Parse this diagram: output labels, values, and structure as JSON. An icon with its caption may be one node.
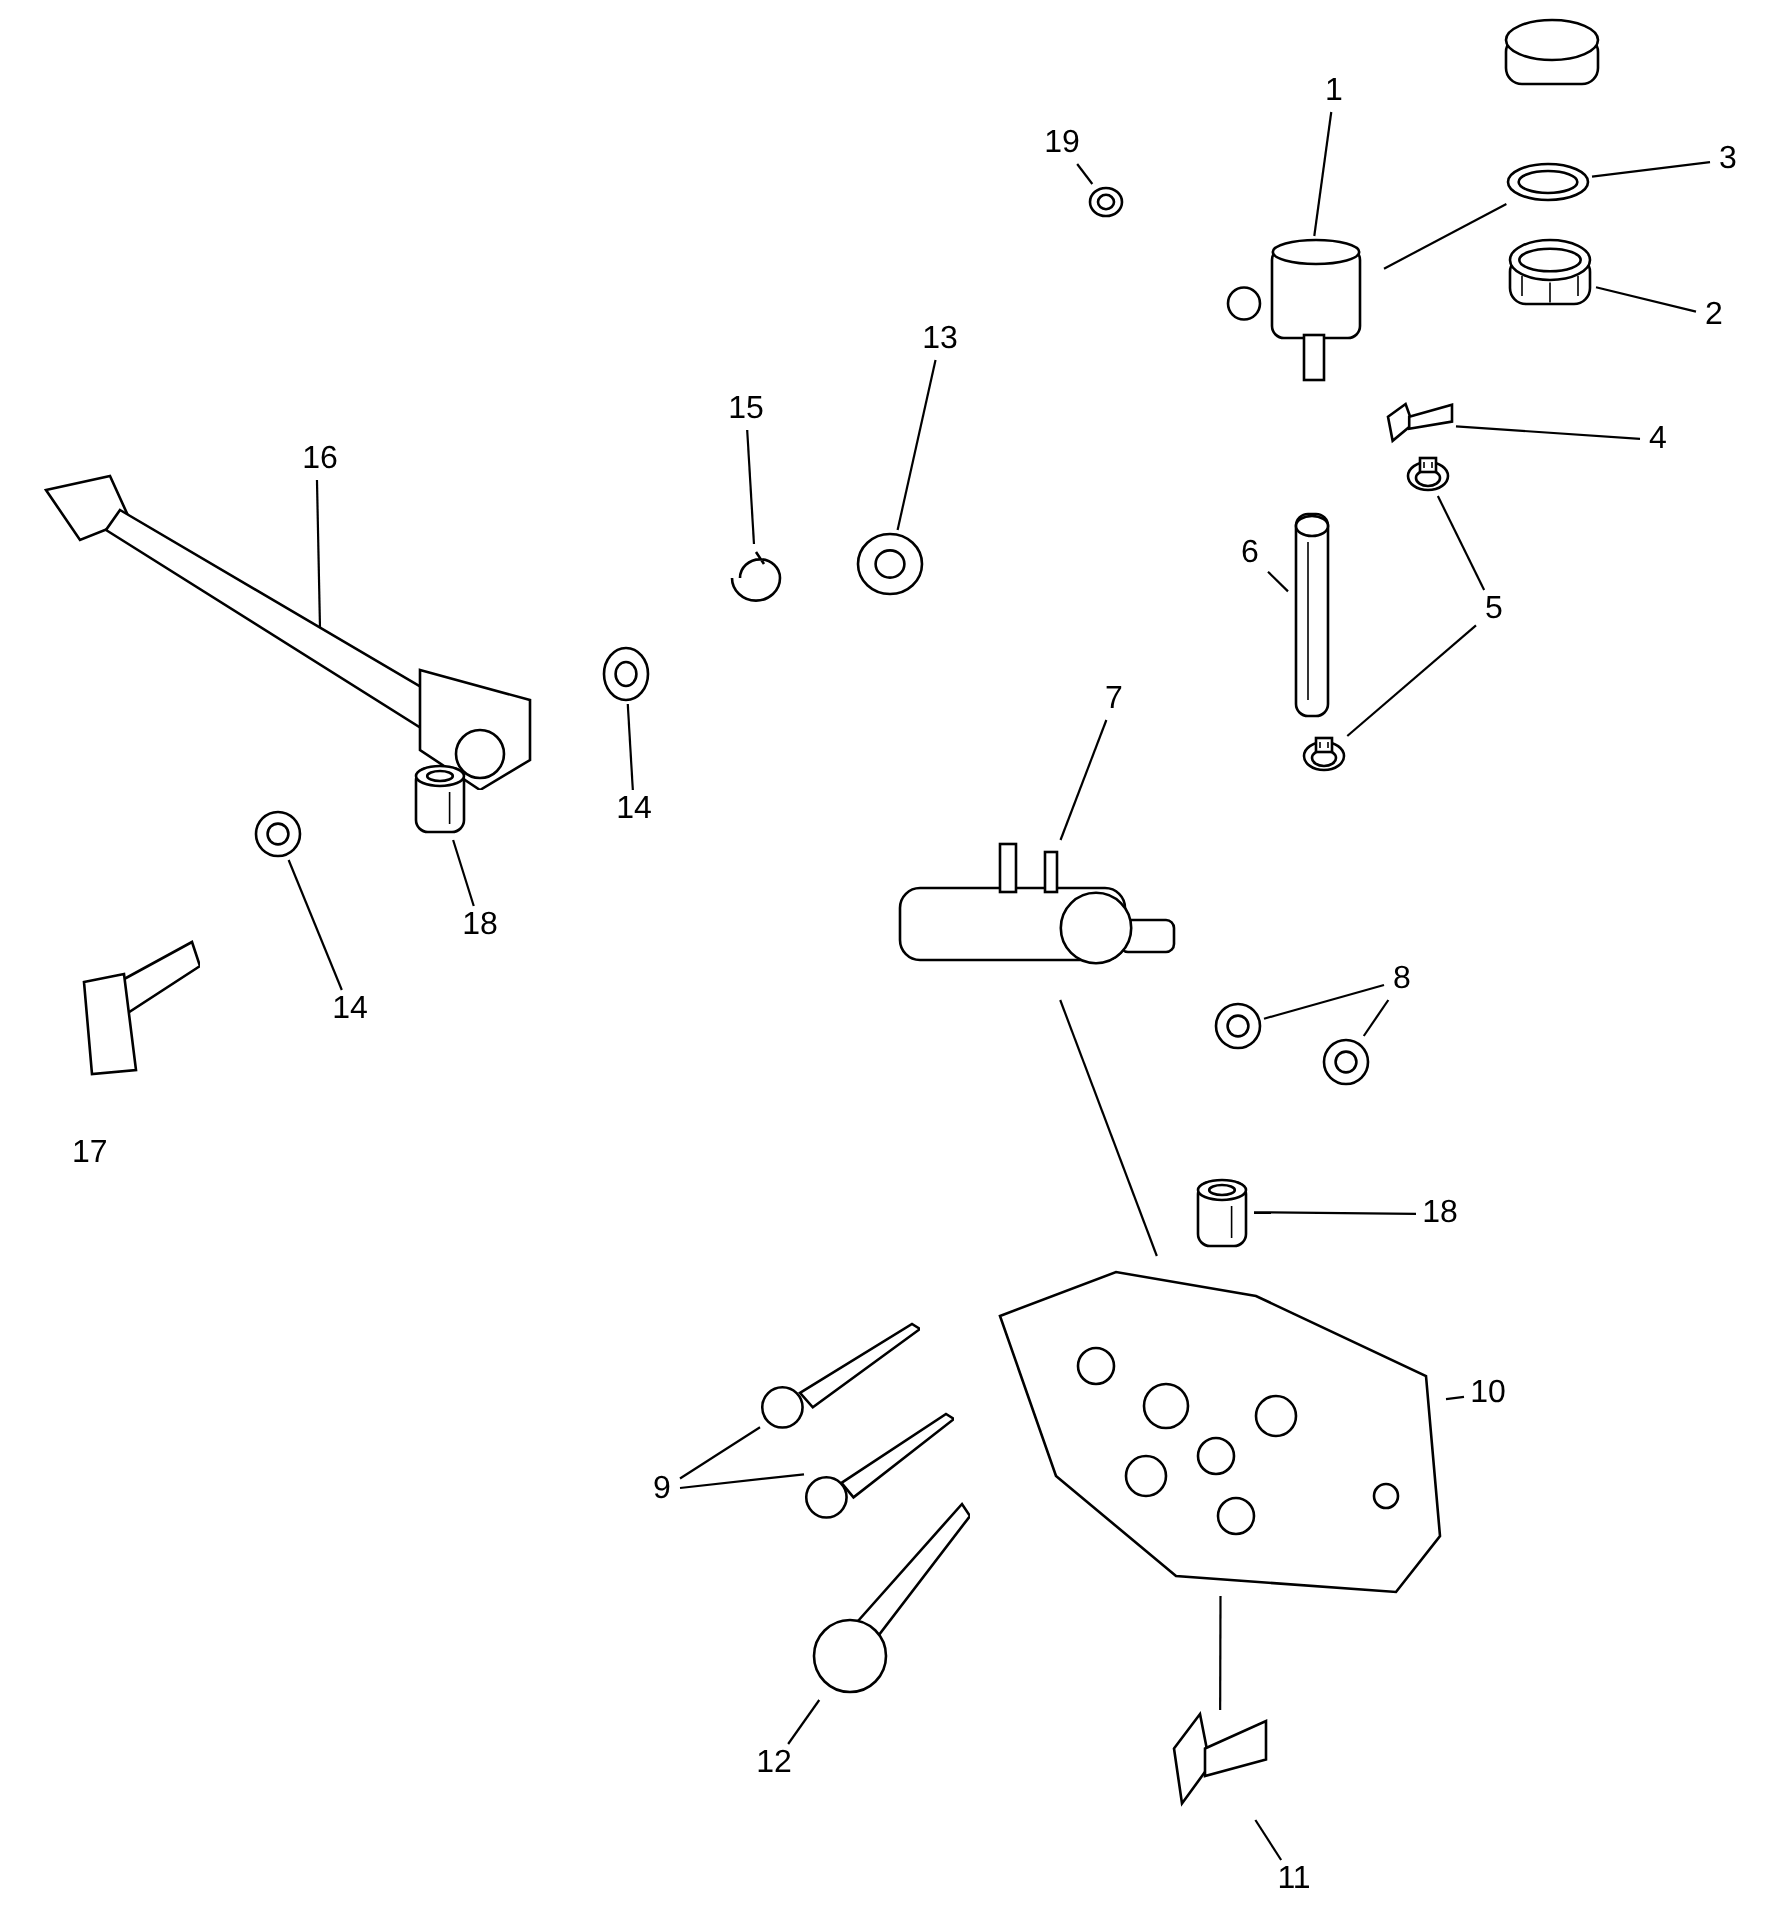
{
  "diagram": {
    "nodes": [
      {
        "text": [
          "1"
        ]
      },
      {
        "text": [],
        "shape": "picture"
      },
      {
        "text": [
          "19"
        ]
      },
      {
        "text": [],
        "shape": "picture"
      },
      {
        "text": [
          "3"
        ]
      },
      {
        "text": [],
        "shape": "picture"
      },
      {
        "text": [
          "2"
        ]
      },
      {
        "text": [],
        "shape": "picture"
      },
      {
        "text": [
          "13"
        ]
      },
      {
        "text": [],
        "shape": "picture"
      },
      {
        "text": [
          "15"
        ]
      },
      {
        "text": [],
        "shape": "picture"
      },
      {
        "text": [
          "4"
        ]
      },
      {
        "text": [],
        "shape": "picture"
      },
      {
        "text": [
          "16"
        ]
      },
      {
        "text": [],
        "shape": "picture"
      },
      {
        "text": [
          "5"
        ]
      },
      {
        "text": [],
        "shape": "picture"
      },
      {
        "text": [],
        "shape": "picture"
      },
      {
        "text": [
          "6"
        ]
      },
      {
        "text": [],
        "shape": "picture"
      },
      {
        "text": [
          "14"
        ]
      },
      {
        "text": [],
        "shape": "picture"
      },
      {
        "text": [
          "7"
        ]
      },
      {
        "text": [],
        "shape": "picture"
      },
      {
        "text": [
          "18"
        ]
      },
      {
        "text": [],
        "shape": "picture"
      },
      {
        "text": [
          "14"
        ]
      },
      {
        "text": [],
        "shape": "picture"
      },
      {
        "text": [
          "8"
        ]
      },
      {
        "text": [],
        "shape": "picture"
      },
      {
        "text": [],
        "shape": "picture"
      },
      {
        "text": [
          "18"
        ]
      },
      {
        "text": [],
        "shape": "picture"
      },
      {
        "text": [
          "10"
        ]
      },
      {
        "text": [],
        "shape": "picture"
      },
      {
        "text": [
          "9"
        ]
      },
      {
        "text": [],
        "shape": "picture"
      },
      {
        "text": [],
        "shape": "picture"
      },
      {
        "text": [
          "12"
        ]
      },
      {
        "text": [],
        "shape": "picture"
      },
      {
        "text": [
          "11"
        ]
      },
      {
        "text": [],
        "shape": "picture"
      }
    ],
    "edges": [
      {
        "from": 0,
        "to": 1,
        "arrow": "none"
      },
      {
        "from": 2,
        "to": 3,
        "arrow": "none"
      },
      {
        "from": 4,
        "to": 5,
        "arrow": "none"
      },
      {
        "from": 6,
        "to": 7,
        "arrow": "none"
      },
      {
        "from": 1,
        "to": 5,
        "arrow": "none"
      },
      {
        "from": 8,
        "to": 9,
        "arrow": "none"
      },
      {
        "from": 10,
        "to": 11,
        "arrow": "none"
      },
      {
        "from": 12,
        "to": 13,
        "arrow": "none"
      },
      {
        "from": 14,
        "to": 15,
        "arrow": "none"
      },
      {
        "from": 16,
        "to": 17,
        "arrow": "none"
      },
      {
        "from": 16,
        "to": 18,
        "arrow": "none"
      },
      {
        "from": 19,
        "to": 20,
        "arrow": "none"
      },
      {
        "from": 21,
        "to": 22,
        "arrow": "none"
      },
      {
        "from": 23,
        "to": 24,
        "arrow": "none"
      },
      {
        "from": 25,
        "to": 26,
        "arrow": "none"
      },
      {
        "from": 27,
        "to": 28,
        "arrow": "none"
      },
      {
        "from": 24,
        "to": 35,
        "arrow": "none"
      },
      {
        "from": 29,
        "to": 30,
        "arrow": "none"
      },
      {
        "from": 29,
        "to": 31,
        "arrow": "none"
      },
      {
        "from": 32,
        "to": 33,
        "arrow": "none"
      },
      {
        "from": 34,
        "to": 35,
        "arrow": "none"
      },
      {
        "from": 36,
        "to": 37,
        "arrow": "none"
      },
      {
        "from": 36,
        "to": 38,
        "arrow": "none"
      },
      {
        "from": 39,
        "to": 40,
        "arrow": "none"
      },
      {
        "from": 41,
        "to": 42,
        "arrow": "none"
      },
      {
        "from": 42,
        "to": 35,
        "arrow": "none"
      }
    ],
    "labels": [
      "17"
    ]
  }
}
